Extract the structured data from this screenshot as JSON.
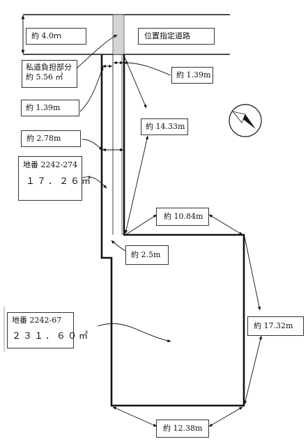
{
  "road": {
    "width_label": "約 4.0ｍ",
    "name": "位置指定道路"
  },
  "private_road": {
    "title": "私道負担部分",
    "area": "約 5.56 ㎡"
  },
  "dims": {
    "d_1_39_left": "約 1.39m",
    "d_1_39_right": "約 1.39m",
    "d_2_78": "約 2.78m",
    "d_14_33": "約 14.33m",
    "d_10_84": "約 10.84m",
    "d_2_5": "約 2.5m",
    "d_17_32": "約 17.32m",
    "d_12_38": "約 12.38m"
  },
  "parcel_274": {
    "lot": "地番 2242-274",
    "area": "１７．２６㎡"
  },
  "parcel_67": {
    "lot": "地番 2242-67",
    "area": "２３１．６０㎡"
  },
  "north_icon": "north-arrow-icon"
}
